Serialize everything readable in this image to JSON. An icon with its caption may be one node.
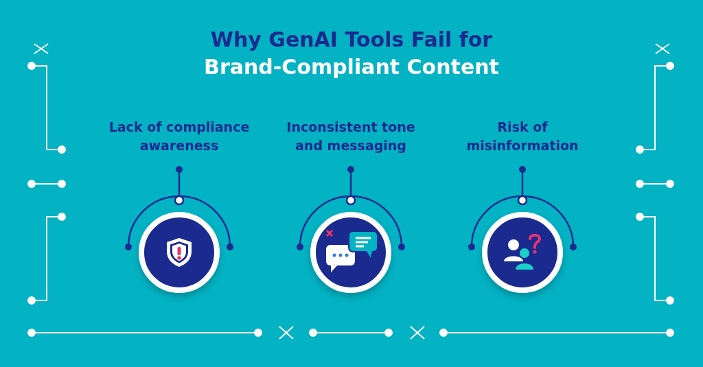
{
  "diagram": {
    "title": "Why GenAI Tools Fail for Brand-Compliant Content",
    "nodes": [
      {
        "text": [
          "Lack of compliance awareness"
        ]
      },
      {
        "text": [
          "Inconsistent tone and messaging"
        ]
      },
      {
        "text": [
          "Risk of misinformation"
        ]
      }
    ]
  }
}
